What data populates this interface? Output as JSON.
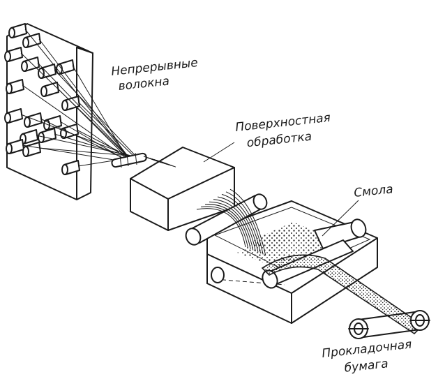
{
  "labels": {
    "fibers": [
      "Непрерывные",
      "волокна"
    ],
    "surface_treatment": [
      "Поверхностная",
      "обработка"
    ],
    "resin": "Смола",
    "release_paper": [
      "Прокладочная",
      "бумага"
    ]
  }
}
